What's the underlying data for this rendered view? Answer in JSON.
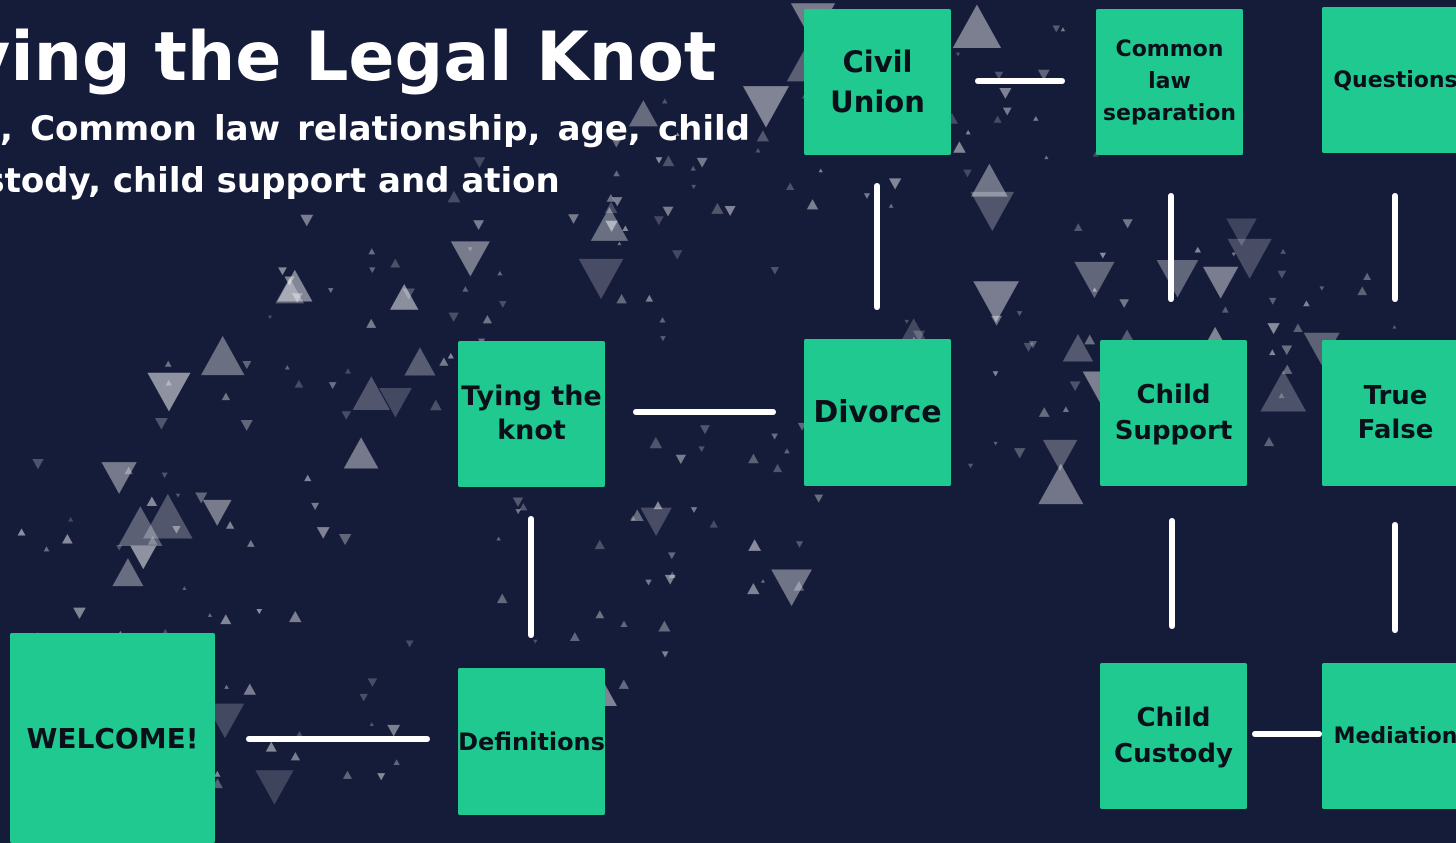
{
  "header": {
    "title": "ying the Legal Knot",
    "subtitle": "rce, Common law relationship, age, child custody, child support and ation"
  },
  "nodes": {
    "welcome": "WELCOME!",
    "definitions": "Definitions",
    "tying_the_knot": "Tying the\nknot",
    "divorce": "Divorce",
    "civil_union": "Civil\nUnion",
    "common_law_separation": "Common\nlaw\nseparation",
    "child_support": "Child\nSupport",
    "child_custody": "Child\nCustody",
    "mediation": "Mediation",
    "true_false": "True\nFalse",
    "questions": "Questions"
  },
  "colors": {
    "background": "#151c3a",
    "node": "#1fc98f",
    "connector": "#ffffff",
    "node_text": "#0b0f1a"
  }
}
